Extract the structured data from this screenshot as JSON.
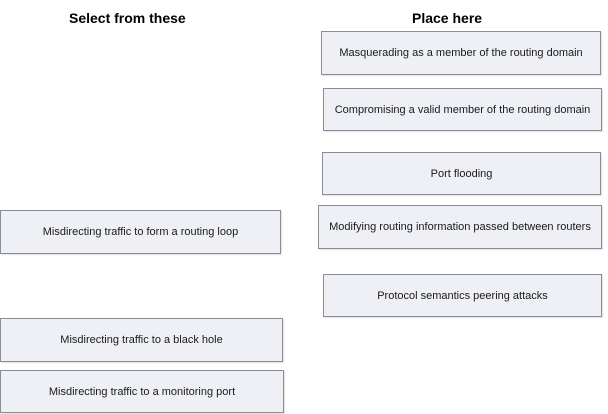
{
  "headers": {
    "source": "Select from these",
    "target": "Place here"
  },
  "source_items": [
    "Misdirecting traffic to form a routing loop",
    "Misdirecting traffic to a black hole",
    "Misdirecting traffic to a monitoring port"
  ],
  "target_items": [
    "Masquerading as a member of the routing domain",
    "Compromising a valid member of the routing domain",
    "Port flooding",
    "Modifying routing information passed between routers",
    "Protocol semantics peering attacks"
  ]
}
